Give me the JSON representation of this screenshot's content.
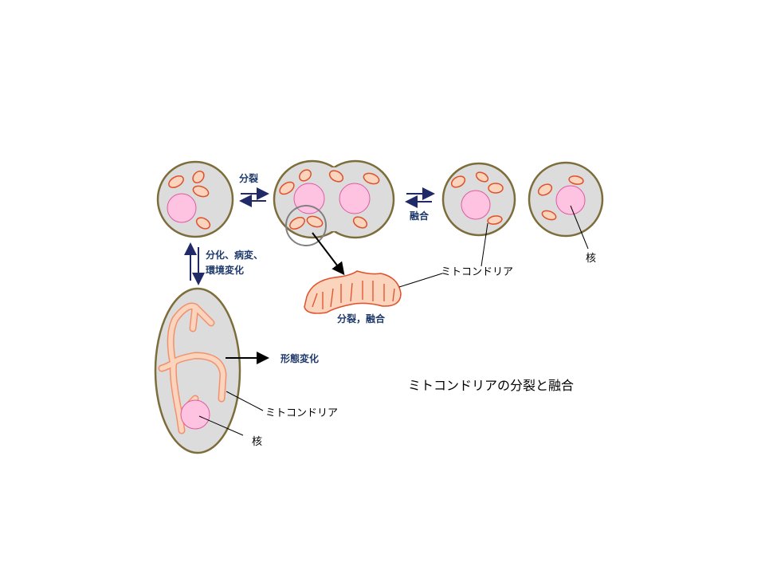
{
  "labels": {
    "fission": "分裂",
    "fusion": "融合",
    "differentiation_line1": "分化、病変、",
    "differentiation_line2": "環境変化",
    "fission_fusion": "分裂，融合",
    "morphology_change": "形態変化",
    "mitochondria_top": "ミトコンドリア",
    "nucleus_top": "核",
    "mitochondria_bottom": "ミトコンドリア",
    "nucleus_bottom": "核",
    "caption": "ミトコンドリアの分裂と融合"
  },
  "colors": {
    "cell": "#dcdcdc",
    "nucleus": "#fdc3e0",
    "mitochondria": "#fad4bd",
    "arrow": "#1f2a66"
  }
}
